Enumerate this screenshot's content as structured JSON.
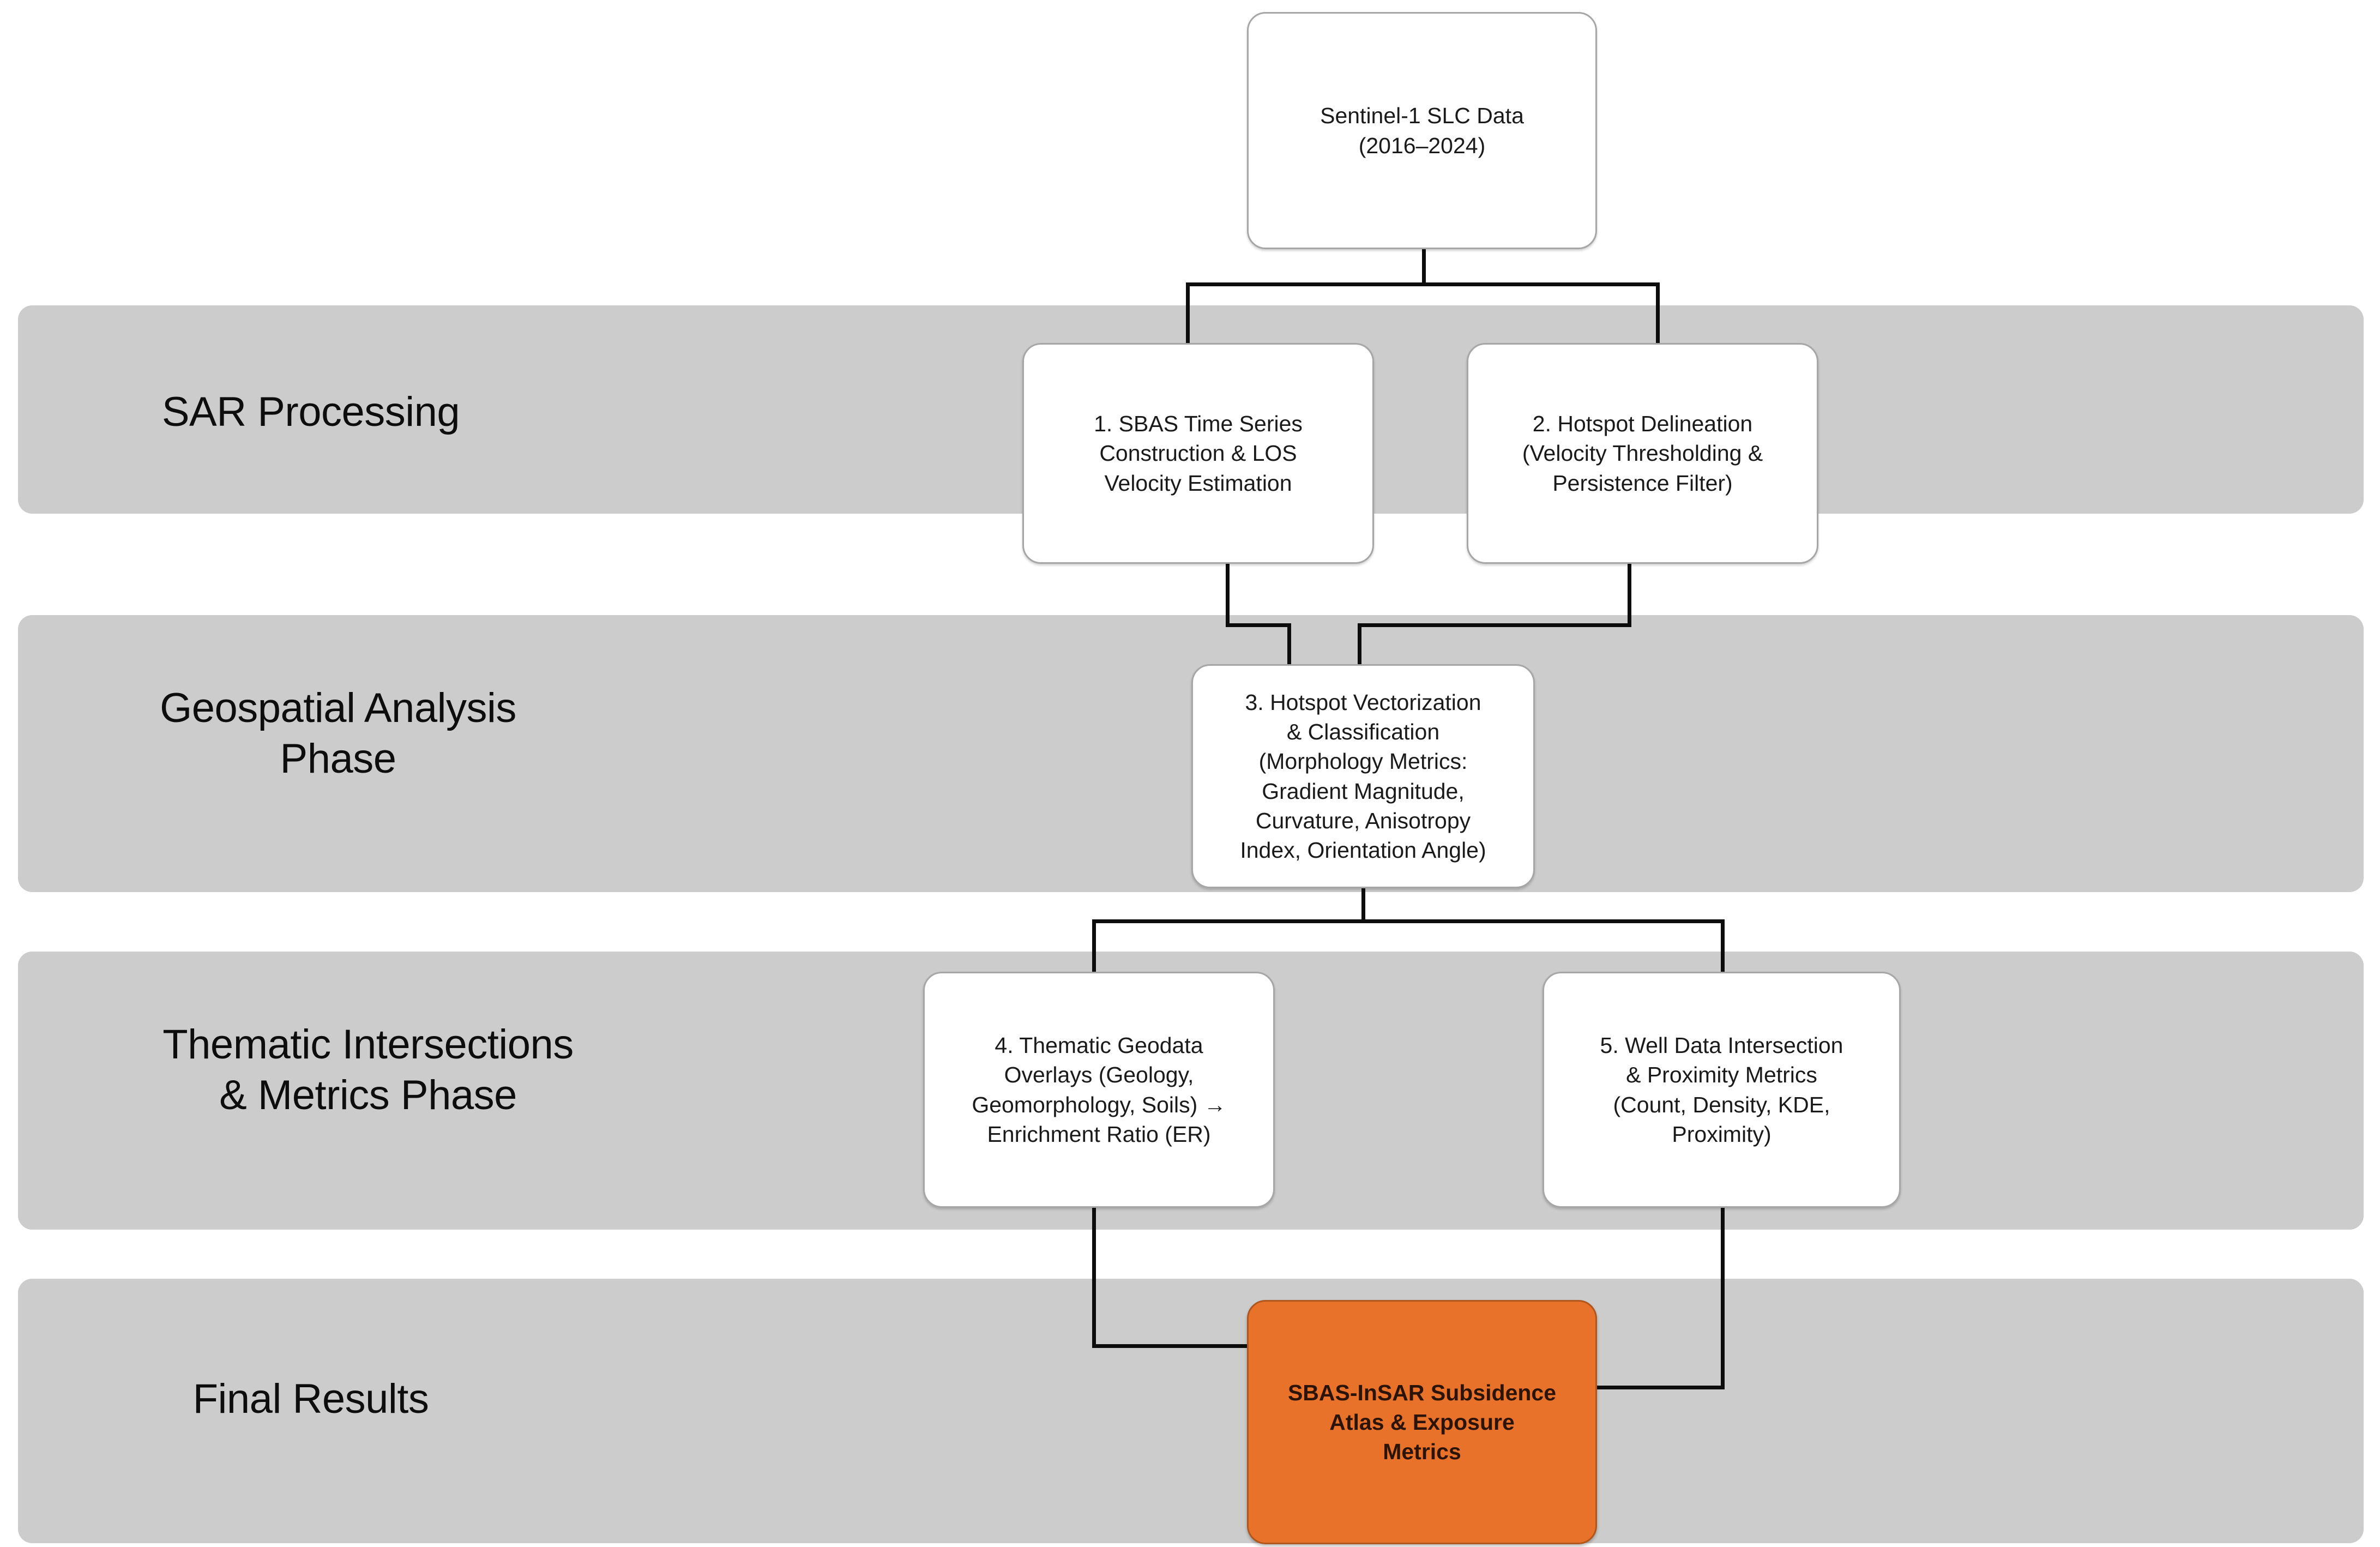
{
  "diagram": {
    "title_node": {
      "label": "Sentinel-1 SLC Data\n(2016–2024)"
    },
    "bands": [
      {
        "id": "sar-processing",
        "label": "SAR Processing"
      },
      {
        "id": "geospatial-analysis",
        "label": "Geospatial Analysis\nPhase"
      },
      {
        "id": "thematic-intersections",
        "label": "Thematic Intersections\n& Metrics Phase"
      },
      {
        "id": "final-results",
        "label": "Final Results"
      }
    ],
    "nodes": {
      "source": "Sentinel-1 SLC Data\n(2016–2024)",
      "step1": "1. SBAS Time Series\nConstruction & LOS\nVelocity Estimation",
      "step2": "2. Hotspot Delineation\n(Velocity Thresholding &\nPersistence Filter)",
      "step3": "3. Hotspot Vectorization\n& Classification\n(Morphology Metrics:\nGradient Magnitude,\nCurvature, Anisotropy\nIndex, Orientation Angle)",
      "step4": "4. Thematic Geodata\nOverlays (Geology,\nGeomorphology, Soils) →\nEnrichment Ratio (ER)",
      "step5": "5. Well Data Intersection\n& Proximity Metrics\n(Count, Density, KDE,\nProximity)",
      "result": "SBAS-InSAR Subsidence\nAtlas & Exposure\nMetrics"
    },
    "colors": {
      "band_fill": "#cccccc",
      "node_fill": "#ffffff",
      "node_border": "#a6a6a6",
      "result_fill": "#e8722a",
      "result_border": "#b0571d",
      "connector": "#0d0d0d",
      "page_background": "#ffffff",
      "text": "#1a1a1a"
    }
  }
}
